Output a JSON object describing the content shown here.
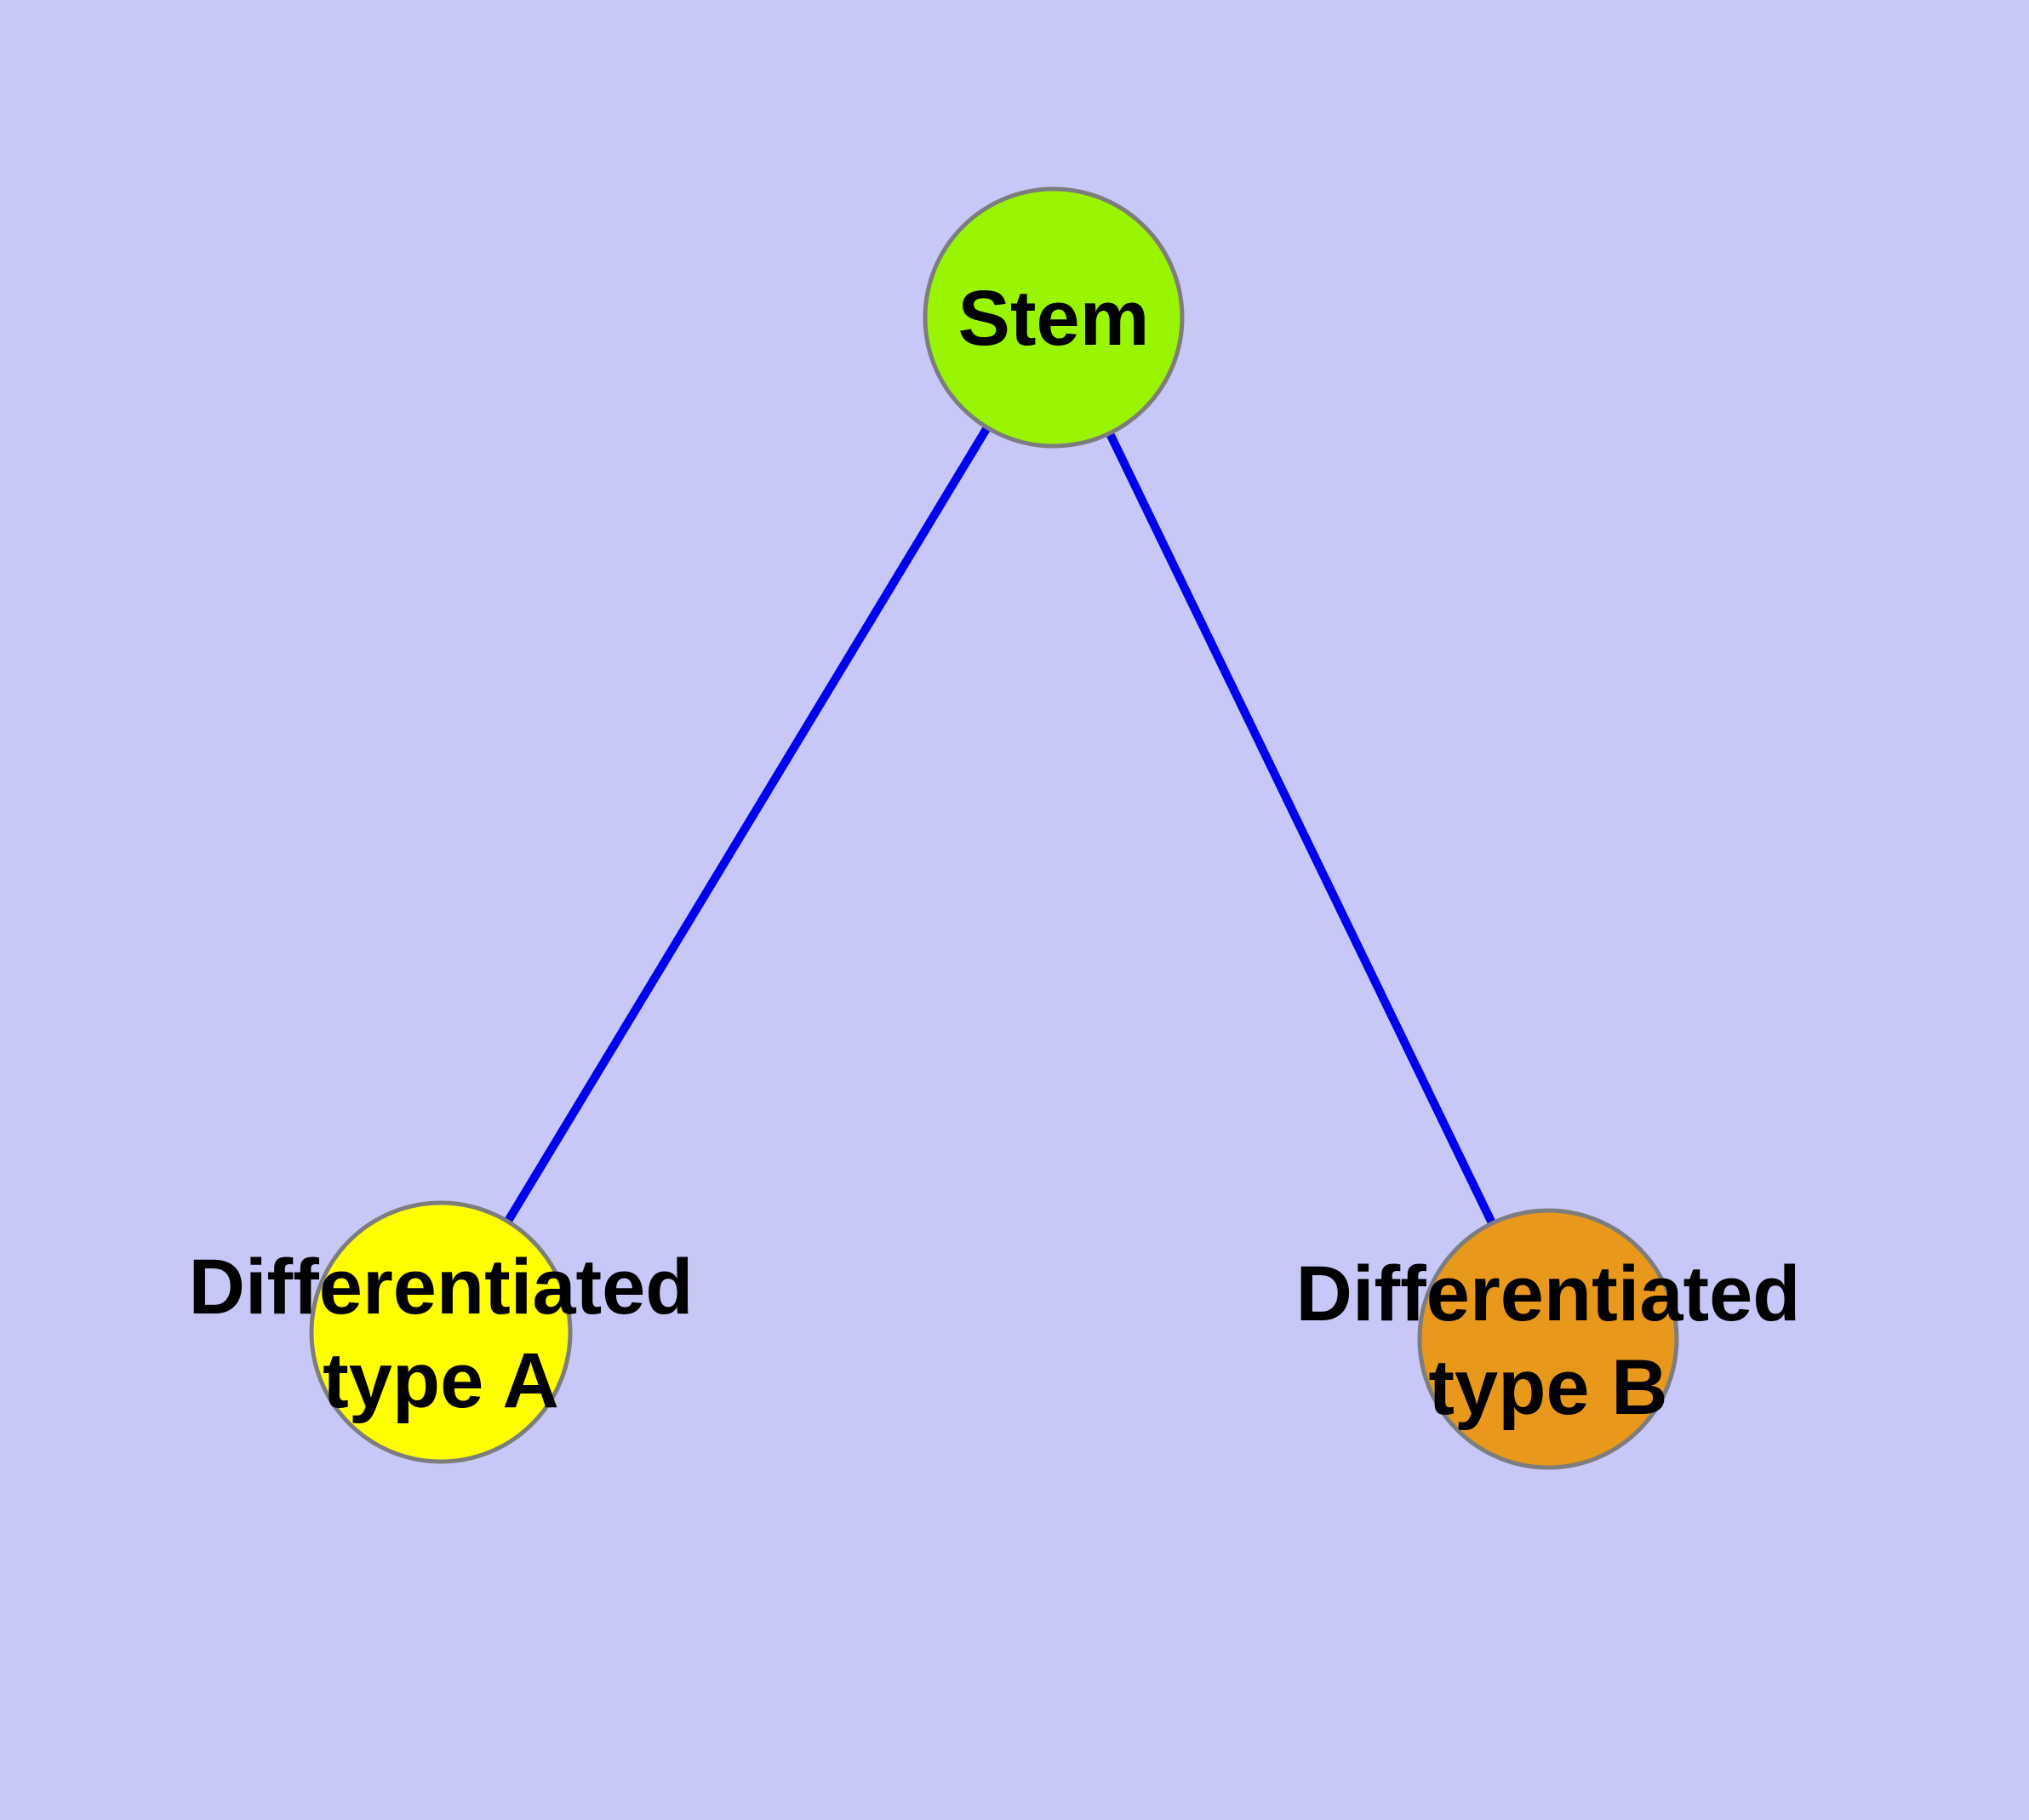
{
  "canvas": {
    "background_color": "#C8C8F8"
  },
  "styles": {
    "edge_color": "#0000EE",
    "node_border_color": "#7D7D7D",
    "label_color": "#000000"
  },
  "nodes": [
    {
      "id": "stem",
      "lines": [
        "Stem"
      ],
      "color": "#99F500"
    },
    {
      "id": "differentiated-type-a",
      "lines": [
        "Differentiated",
        "type A"
      ],
      "color": "#FFFF00"
    },
    {
      "id": "differentiated-type-b",
      "lines": [
        "Differentiated",
        "type B"
      ],
      "color": "#E8981B"
    }
  ],
  "edges": [
    {
      "from": "Stem",
      "to": "Differentiated type A"
    },
    {
      "from": "Stem",
      "to": "Differentiated type B"
    }
  ]
}
